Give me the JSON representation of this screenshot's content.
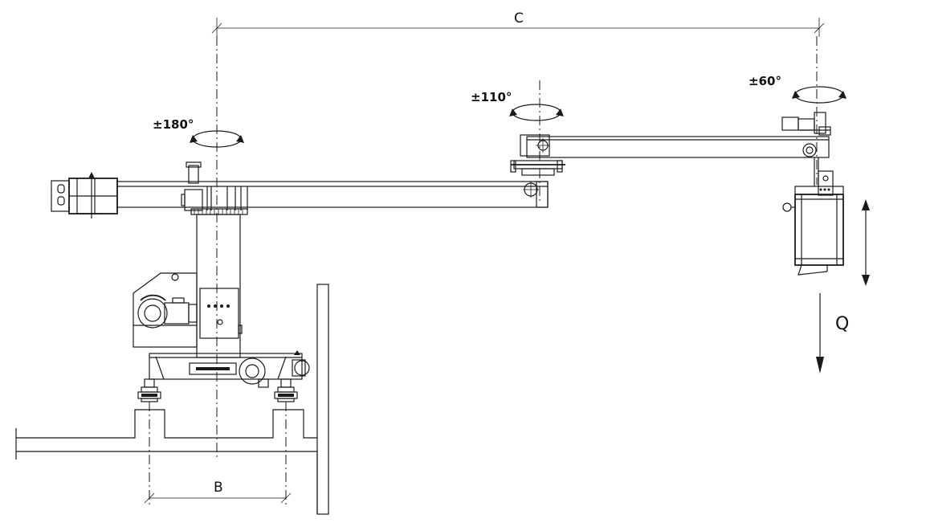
{
  "dimensions": {
    "overall_reach": "C",
    "base_spacing": "B",
    "lift_load": "Q"
  },
  "rotations": {
    "main_column": "±180°",
    "elbow_joint": "±110°",
    "end_joint": "±60°"
  },
  "colors": {
    "line": "#1a1a1a",
    "background": "#ffffff"
  }
}
